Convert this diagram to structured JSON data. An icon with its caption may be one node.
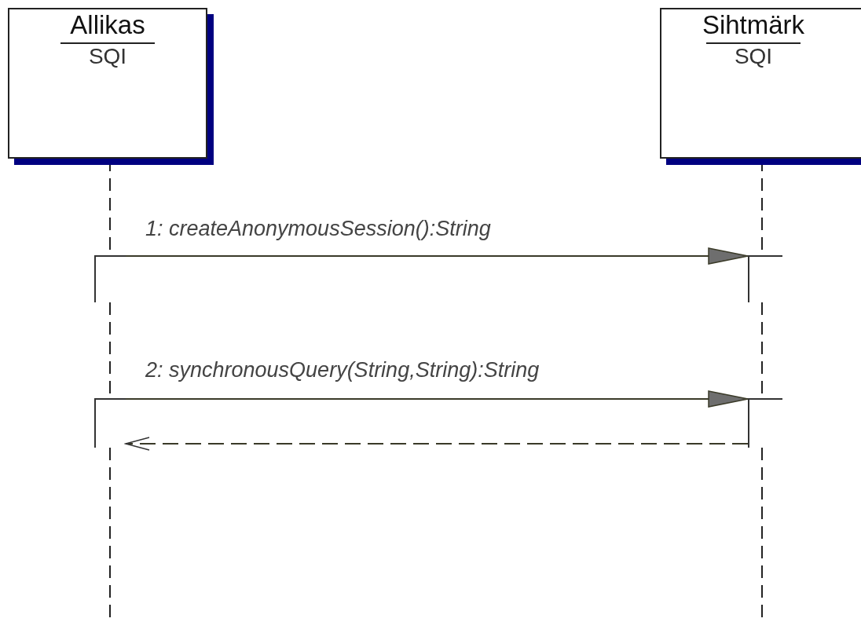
{
  "diagram": {
    "nodes": [
      {
        "text": [
          "Allikas",
          "SQI"
        ]
      },
      {
        "text": [
          "Sihtmärk",
          "SQI"
        ]
      },
      {
        "text": [],
        "shape": "bar"
      },
      {
        "text": [],
        "shape": "bar"
      },
      {
        "text": [],
        "shape": "bar"
      },
      {
        "text": [],
        "shape": "bar"
      }
    ],
    "edges": [
      {
        "from": 0,
        "to": 2,
        "arrow": "none",
        "style": "dashed"
      },
      {
        "from": 2,
        "to": 4,
        "arrow": "none",
        "style": "dashed"
      },
      {
        "from": 4,
        "to": null,
        "arrow": "none",
        "style": "dashed"
      },
      {
        "from": 1,
        "to": 3,
        "arrow": "none",
        "style": "dashed"
      },
      {
        "from": 3,
        "to": 5,
        "arrow": "none",
        "style": "dashed"
      },
      {
        "from": 5,
        "to": null,
        "arrow": "none",
        "style": "dashed"
      },
      {
        "from": 2,
        "to": 3,
        "arrow": "to",
        "label": "1: createAnonymousSession():String"
      },
      {
        "from": 4,
        "to": 5,
        "arrow": "to",
        "label": "2: synchronousQuery(String,String):String"
      },
      {
        "from": 5,
        "to": 4,
        "arrow": "to",
        "style": "dashed"
      }
    ]
  }
}
